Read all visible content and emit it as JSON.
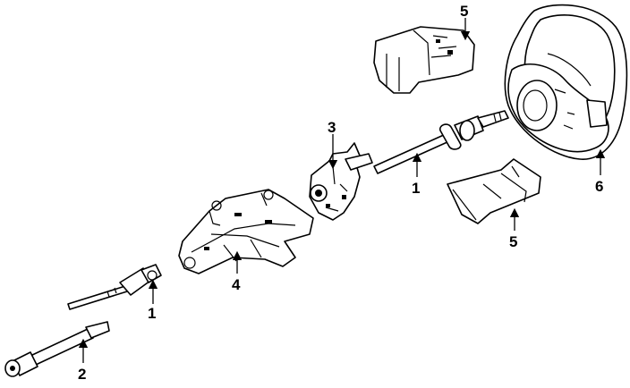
{
  "callouts": {
    "shaft_upper": "1",
    "shaft_lower": "1",
    "intermediate_shaft": "2",
    "lock_cylinder": "3",
    "column_housing": "4",
    "upper_shroud": "5",
    "lower_shroud": "5",
    "steering_wheel": "6"
  }
}
